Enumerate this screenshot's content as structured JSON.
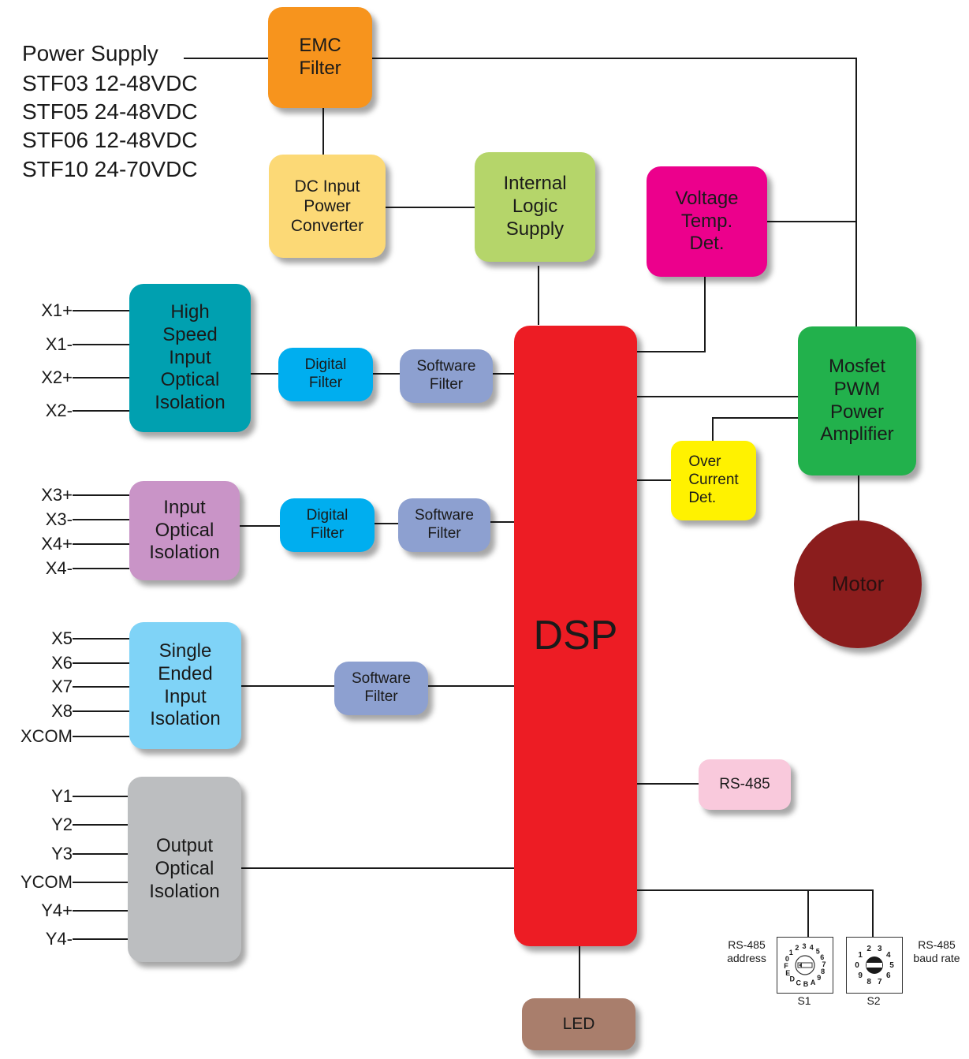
{
  "power_supply": {
    "title": "Power Supply",
    "models": [
      "STF03 12-48VDC",
      "STF05 24-48VDC",
      "STF06 12-48VDC",
      "STF10 24-70VDC"
    ]
  },
  "blocks": {
    "emc": "EMC\nFilter",
    "dc_converter": "DC Input\nPower\nConverter",
    "logic_supply": "Internal\nLogic\nSupply",
    "voltage_temp": "Voltage\nTemp.\nDet.",
    "hs_isolation": "High\nSpeed\nInput\nOptical\nIsolation",
    "digital_filter_1": "Digital\nFilter",
    "software_filter_1": "Software\nFilter",
    "input_isolation": "Input\nOptical\nIsolation",
    "digital_filter_2": "Digital\nFilter",
    "software_filter_2": "Software\nFilter",
    "single_ended": "Single\nEnded\nInput\nIsolation",
    "software_filter_3": "Software\nFilter",
    "output_isolation": "Output\nOptical\nIsolation",
    "dsp": "DSP",
    "mosfet": "Mosfet\nPWM\nPower\nAmplifier",
    "over_current": "Over\nCurrent\nDet.",
    "motor": "Motor",
    "rs485": "RS-485",
    "led": "LED"
  },
  "inputs": {
    "group1": [
      "X1+",
      "X1-",
      "X2+",
      "X2-"
    ],
    "group2": [
      "X3+",
      "X3-",
      "X4+",
      "X4-"
    ],
    "group3": [
      "X5",
      "X6",
      "X7",
      "X8",
      "XCOM"
    ],
    "outputs": [
      "Y1",
      "Y2",
      "Y3",
      "YCOM",
      "Y4+",
      "Y4-"
    ]
  },
  "switches": {
    "s1_label": "RS-485\naddress",
    "s1_name": "S1",
    "s1_dial": "0123456789ABCDEF",
    "s2_label": "RS-485\nbaud rate",
    "s2_name": "S2",
    "s2_dial": "0123456789"
  },
  "colors": {
    "emc": "#f7941d",
    "dc_converter": "#fcd976",
    "logic_supply": "#b5d56a",
    "voltage_temp": "#ec008c",
    "hs_isolation": "#00a0b0",
    "digital_filter": "#00aeef",
    "software_filter": "#8da0d0",
    "input_isolation": "#c994c7",
    "single_ended": "#7fd3f7",
    "output_isolation": "#bcbec0",
    "dsp": "#ed1c24",
    "mosfet": "#22b14c",
    "over_current": "#fff200",
    "motor": "#8b1d1d",
    "rs485": "#f9c9dc",
    "led": "#a97e6c"
  }
}
